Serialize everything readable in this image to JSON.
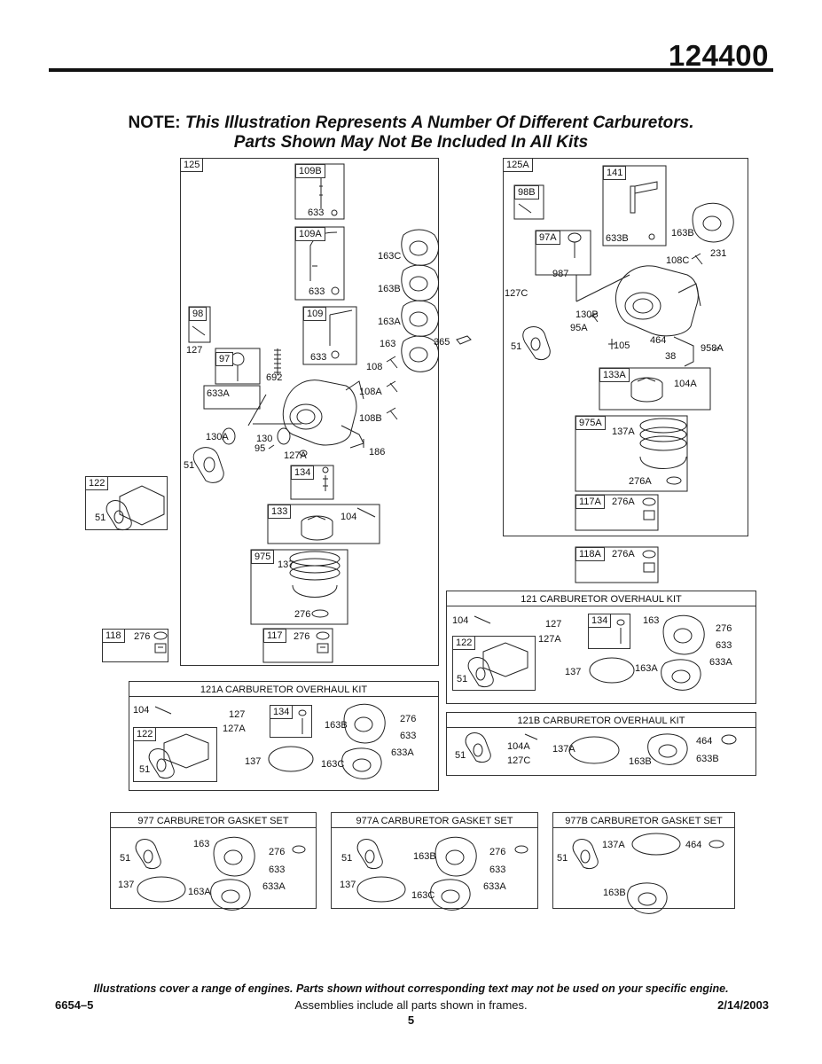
{
  "header": {
    "model_number": "124400"
  },
  "note": {
    "prefix": "NOTE:",
    "line1": "This Illustration Represents A Number Of Different Carburetors.",
    "line2": "Parts Shown May Not Be Included In All Kits"
  },
  "left_assembly": {
    "frame": "125",
    "tags": [
      "109B",
      "109A",
      "98",
      "109",
      "97",
      "134",
      "133",
      "975",
      "117"
    ],
    "parts": [
      "633",
      "163C",
      "633",
      "163B",
      "163A",
      "127",
      "163",
      "108",
      "692",
      "633",
      "633A",
      "108A",
      "108B",
      "130A",
      "130",
      "95",
      "127A",
      "186",
      "51",
      "104",
      "137",
      "276",
      "276"
    ]
  },
  "right_assembly": {
    "frame": "125A",
    "tags": [
      "141",
      "98B",
      "97A",
      "133A",
      "975A",
      "117A",
      "118A"
    ],
    "parts": [
      "163B",
      "633B",
      "231",
      "108C",
      "987",
      "127C",
      "130B",
      "95A",
      "365",
      "51",
      "105",
      "464",
      "958A",
      "38",
      "104A",
      "137A",
      "276A",
      "276A",
      "276A"
    ]
  },
  "side_frames": {
    "f122": {
      "tag": "122",
      "part": "51"
    },
    "f118": {
      "tag": "118",
      "part": "276"
    }
  },
  "kit_121": {
    "title": "121 CARBURETOR OVERHAUL KIT",
    "tags": [
      "122",
      "134"
    ],
    "parts": [
      "104",
      "127",
      "127A",
      "163",
      "276",
      "633",
      "633A",
      "163A",
      "137",
      "51"
    ]
  },
  "kit_121A": {
    "title": "121A CARBURETOR OVERHAUL KIT",
    "tags": [
      "122",
      "134"
    ],
    "parts": [
      "104",
      "127",
      "127A",
      "163B",
      "276",
      "633",
      "633A",
      "163C",
      "137",
      "51"
    ]
  },
  "kit_121B": {
    "title": "121B CARBURETOR OVERHAUL KIT",
    "parts": [
      "104A",
      "127C",
      "137A",
      "464",
      "163B",
      "633B",
      "51"
    ]
  },
  "kit_977": {
    "title": "977 CARBURETOR GASKET SET",
    "parts": [
      "51",
      "163",
      "276",
      "633",
      "633A",
      "137",
      "163A"
    ]
  },
  "kit_977A": {
    "title": "977A CARBURETOR GASKET SET",
    "parts": [
      "51",
      "163B",
      "276",
      "633",
      "633A",
      "137",
      "163C"
    ]
  },
  "kit_977B": {
    "title": "977B CARBURETOR GASKET SET",
    "parts": [
      "51",
      "137A",
      "464",
      "163B"
    ]
  },
  "footer": {
    "disclaimer": "Illustrations cover a range of engines. Parts shown without corresponding text may not be used on your specific engine.",
    "doc_number": "6654–5",
    "assemblies_note": "Assemblies include all parts shown in frames.",
    "date": "2/14/2003",
    "page_number": "5"
  }
}
